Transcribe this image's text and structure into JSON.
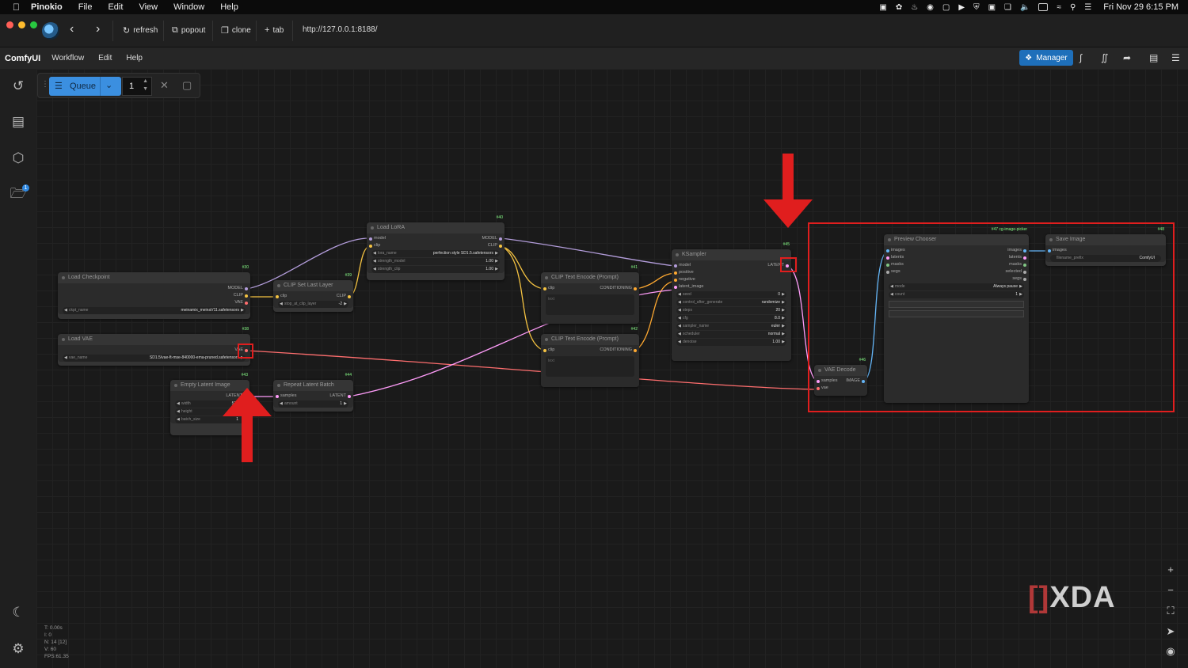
{
  "menubar": {
    "app": "Pinokio",
    "items": [
      "File",
      "Edit",
      "View",
      "Window",
      "Help"
    ],
    "clock": "Fri Nov 29  6:15 PM"
  },
  "titlebar": {
    "refresh": "refresh",
    "popout": "popout",
    "clone": "clone",
    "tab": "tab",
    "url": "http://127.0.0.1:8188/"
  },
  "comfy": {
    "brand": "ComfyUI",
    "menu": [
      "Workflow",
      "Edit",
      "Help"
    ],
    "manager": "Manager"
  },
  "queue": {
    "label": "Queue",
    "count": "1"
  },
  "sidebar": {
    "badge": "1"
  },
  "nodes": {
    "checkpoint": {
      "id": "#30",
      "title": "Load Checkpoint",
      "out_model": "MODEL",
      "out_clip": "CLIP",
      "out_vae": "VAE",
      "w_name": "ckpt_name",
      "w_value": "meinamix_meinaV11.safetensors"
    },
    "vae": {
      "id": "#38",
      "title": "Load VAE",
      "out_vae": "VAE",
      "w_name": "vae_name",
      "w_value": "SD1.5/vae-ft-mse-840000-ema-pruned.safetensors"
    },
    "empty_latent": {
      "id": "#43",
      "title": "Empty Latent Image",
      "out": "LATENT",
      "w1": "width",
      "w1v": "512",
      "w2": "height",
      "w2v": "512",
      "w3": "batch_size",
      "w3v": "1"
    },
    "clip_last": {
      "id": "#39",
      "title": "CLIP Set Last Layer",
      "in": "clip",
      "out": "CLIP",
      "w_name": "stop_at_clip_layer",
      "w_value": "-2"
    },
    "repeat": {
      "id": "#44",
      "title": "Repeat Latent Batch",
      "in": "samples",
      "out": "LATENT",
      "w_name": "amount",
      "w_value": "1"
    },
    "lora": {
      "id": "#40",
      "title": "Load LoRA",
      "in_model": "model",
      "in_clip": "clip",
      "out_model": "MODEL",
      "out_clip": "CLIP",
      "w1": "lora_name",
      "w1v": "perfection style SD1.5.safetensors",
      "w2": "strength_model",
      "w2v": "1.00",
      "w3": "strength_clip",
      "w3v": "1.00"
    },
    "clip_pos": {
      "id": "#41",
      "title": "CLIP Text Encode (Prompt)",
      "in": "clip",
      "out": "CONDITIONING",
      "ta": "text"
    },
    "clip_neg": {
      "id": "#42",
      "title": "CLIP Text Encode (Prompt)",
      "in": "clip",
      "out": "CONDITIONING",
      "ta": "text"
    },
    "ksampler": {
      "id": "#45",
      "title": "KSampler",
      "in": [
        "model",
        "positive",
        "negative",
        "latent_image"
      ],
      "out": "LATENT",
      "widgets": [
        [
          "seed",
          "0"
        ],
        [
          "control_after_generate",
          "randomize"
        ],
        [
          "steps",
          "20"
        ],
        [
          "cfg",
          "8.0"
        ],
        [
          "sampler_name",
          "euler"
        ],
        [
          "scheduler",
          "normal"
        ],
        [
          "denoise",
          "1.00"
        ]
      ]
    },
    "vae_decode": {
      "id": "#46",
      "title": "VAE Decode",
      "in1": "samples",
      "in2": "vae",
      "out": "IMAGE"
    },
    "preview": {
      "id": "#47 cg-image-picker",
      "title": "Preview Chooser",
      "in": [
        "images",
        "latents",
        "masks",
        "segs"
      ],
      "out": [
        "images",
        "latents",
        "masks",
        "selected",
        "segs"
      ],
      "w1": "mode",
      "w1v": "Always pause",
      "w2": "count",
      "w2v": "1"
    },
    "save": {
      "id": "#48",
      "title": "Save Image",
      "in": "images",
      "w_name": "filename_prefix",
      "w_value": "ComfyUI"
    }
  },
  "stats": [
    "T: 0.00s",
    "I: 0",
    "N: 14 [12]",
    "V: 60",
    "FPS:61.35"
  ],
  "watermark": "XDA",
  "colors": {
    "accent": "#3b8fe0",
    "annotation": "#e01e1e",
    "model": "#b39ddb",
    "clip": "#f5c342",
    "vae": "#ff6e6e",
    "latent": "#ff9cf9",
    "conditioning": "#ffa931",
    "image": "#64b5f6"
  }
}
